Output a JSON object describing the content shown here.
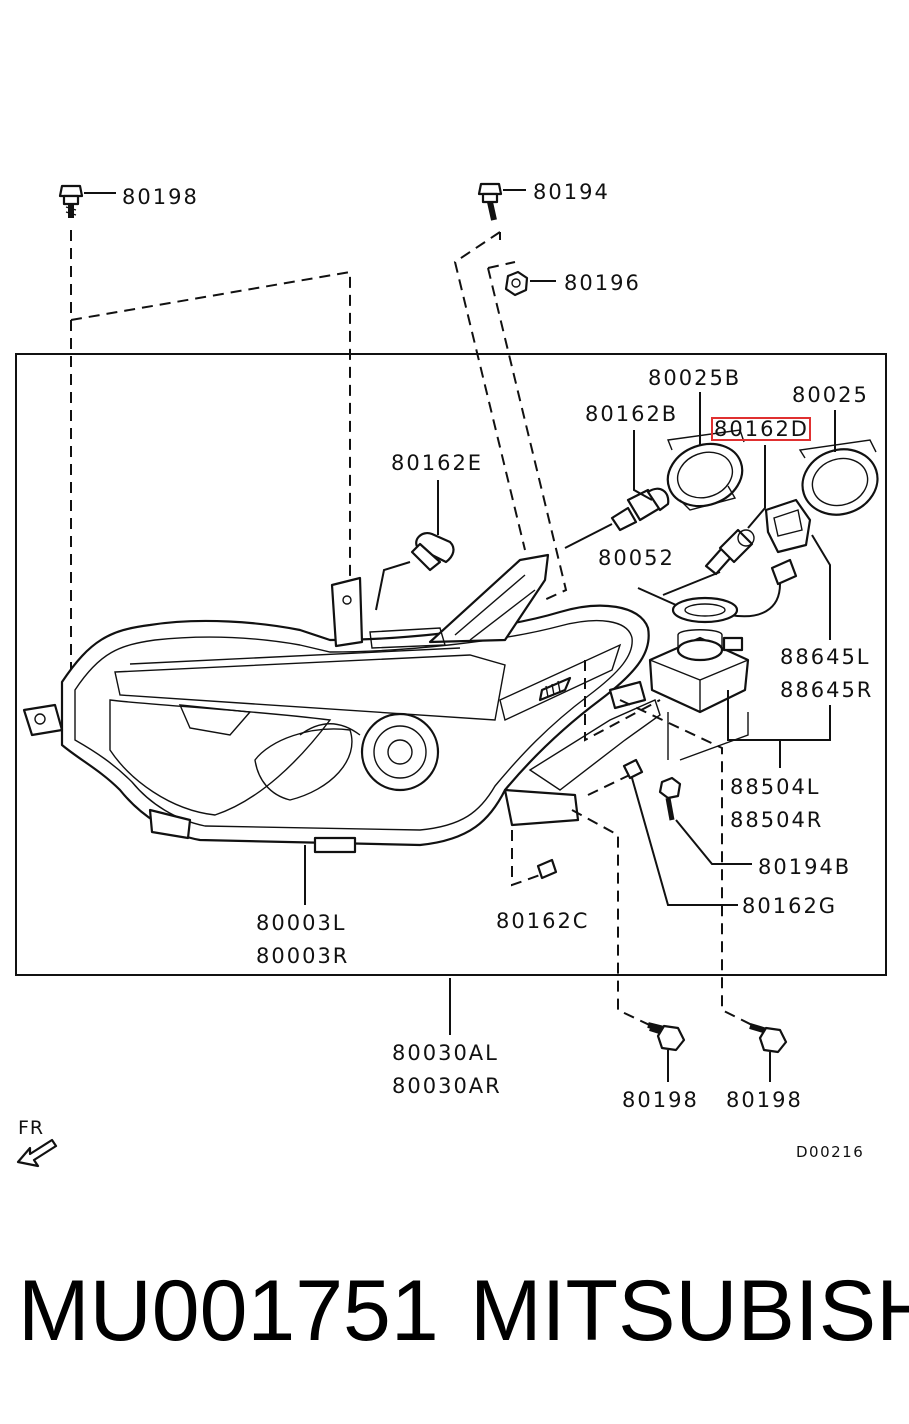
{
  "diagram": {
    "callouts": {
      "c80198_top": "80198",
      "c80194": "80194",
      "c80196": "80196",
      "c80025B": "80025B",
      "c80025": "80025",
      "c80162B": "80162B",
      "c80162D": "80162D",
      "c80162E": "80162E",
      "c80052": "80052",
      "c88645L": "88645L",
      "c88645R": "88645R",
      "c88504L": "88504L",
      "c88504R": "88504R",
      "c80194B": "80194B",
      "c80162G": "80162G",
      "c80162C": "80162C",
      "c80003L": "80003L",
      "c80003R": "80003R",
      "c80030AL": "80030AL",
      "c80030AR": "80030AR",
      "c80198_b1": "80198",
      "c80198_b2": "80198"
    },
    "highlight_color": "#e03030",
    "direction_label": "FR",
    "diagram_code": "D00216"
  },
  "footer": {
    "part_number": "MU001751",
    "brand": "MITSUBISHI"
  }
}
